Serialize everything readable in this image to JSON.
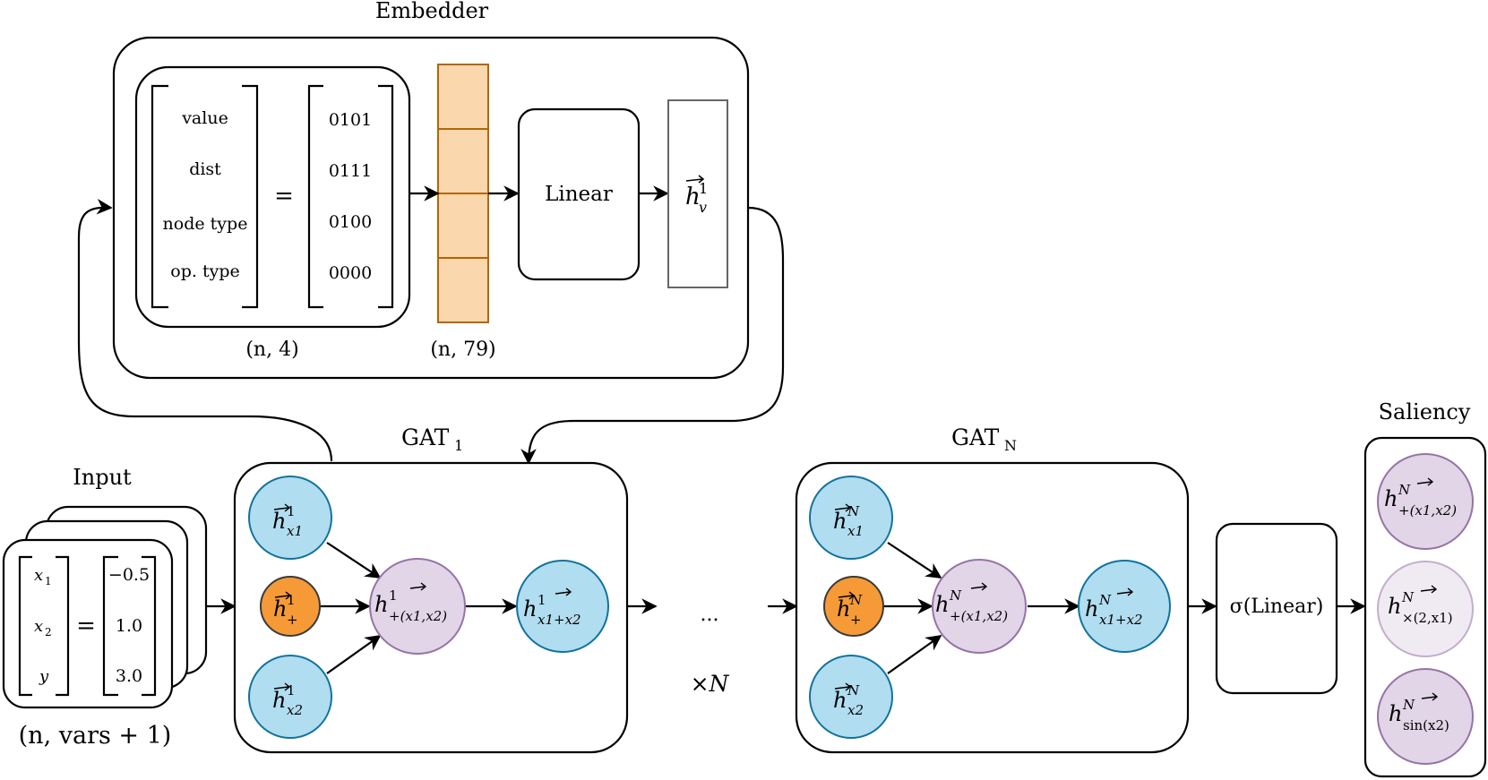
{
  "embedder": {
    "title": "Embedder",
    "fields": [
      "value",
      "dist",
      "node type",
      "op. type"
    ],
    "equals": "=",
    "codes": [
      "0101",
      "0111",
      "0100",
      "0000"
    ],
    "feature_shape": "(n, 4)",
    "embedding_shape": "(n, 79)",
    "linear_label": "Linear",
    "output_base": "h",
    "output_sup": "1",
    "output_sub": "v"
  },
  "input": {
    "title": "Input",
    "vars": [
      "x1",
      "x2",
      "y"
    ],
    "var_base": [
      "x",
      "x",
      "y"
    ],
    "var_sub": [
      "1",
      "2",
      ""
    ],
    "equals": "=",
    "values": [
      "−0.5",
      "1.0",
      "3.0"
    ],
    "shape": "(n, vars + 1)"
  },
  "gat_1": {
    "title_base": "GAT",
    "title_sub": "1",
    "nodes": {
      "x1": {
        "sup": "1",
        "sub": "x1",
        "color": "#b1ddf0"
      },
      "plus": {
        "sup": "1",
        "sub": "+",
        "color": "#f59a37"
      },
      "x2": {
        "sup": "1",
        "sub": "x2",
        "color": "#b1ddf0"
      },
      "plus_x1_x2": {
        "sup": "1",
        "sub": "+(x1,x2)",
        "color": "#e1d5e7"
      },
      "x1_plus_x2": {
        "sup": "1",
        "sub": "x1+x2",
        "color": "#b1ddf0"
      }
    }
  },
  "repeat": {
    "ellipsis": "...",
    "times": "×N"
  },
  "gat_n": {
    "title_base": "GAT",
    "title_sub": "N",
    "nodes": {
      "x1": {
        "sup": "N",
        "sub": "x1",
        "color": "#b1ddf0"
      },
      "plus": {
        "sup": "N",
        "sub": "+",
        "color": "#f59a37"
      },
      "x2": {
        "sup": "N",
        "sub": "x2",
        "color": "#b1ddf0"
      },
      "plus_x1_x2": {
        "sup": "N",
        "sub": "+(x1,x2)",
        "color": "#e1d5e7"
      },
      "x1_plus_x2": {
        "sup": "N",
        "sub": "x1+x2",
        "color": "#b1ddf0"
      }
    }
  },
  "head": {
    "label": "σ(Linear)"
  },
  "saliency": {
    "title": "Saliency",
    "nodes": [
      {
        "sup": "N",
        "sub": "+(x1,x2)",
        "color": "#e1d5e7"
      },
      {
        "sup": "N",
        "sub": "×(2,x1)",
        "color": "#f0ebf3"
      },
      {
        "sup": "N",
        "sub": "sin(x2)",
        "color": "#e1d5e7"
      }
    ]
  }
}
